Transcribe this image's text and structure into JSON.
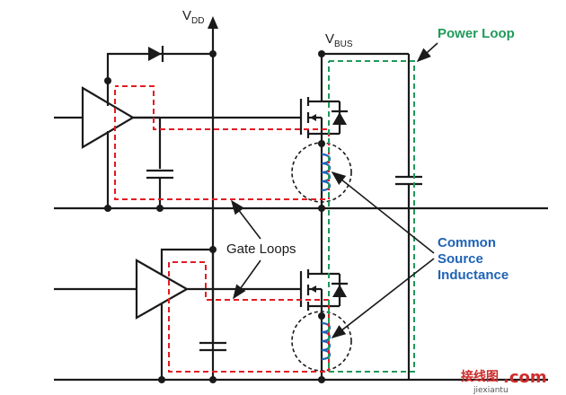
{
  "labels": {
    "vdd_main": "V",
    "vdd_sub": "DD",
    "vbus_main": "V",
    "vbus_sub": "BUS",
    "power_loop": "Power Loop",
    "gate_loops": "Gate Loops",
    "csi_line1": "Common",
    "csi_line2": "Source",
    "csi_line3": "Inductance"
  },
  "colors": {
    "wire": "#1a1a1a",
    "gate_loop": "#e21b23",
    "power_loop": "#1f9a5a",
    "inductance": "#1f63b5"
  },
  "watermark": {
    "site_cn": "接线图",
    "site_dot": ".com",
    "site_pinyin": "jiexiantu"
  }
}
